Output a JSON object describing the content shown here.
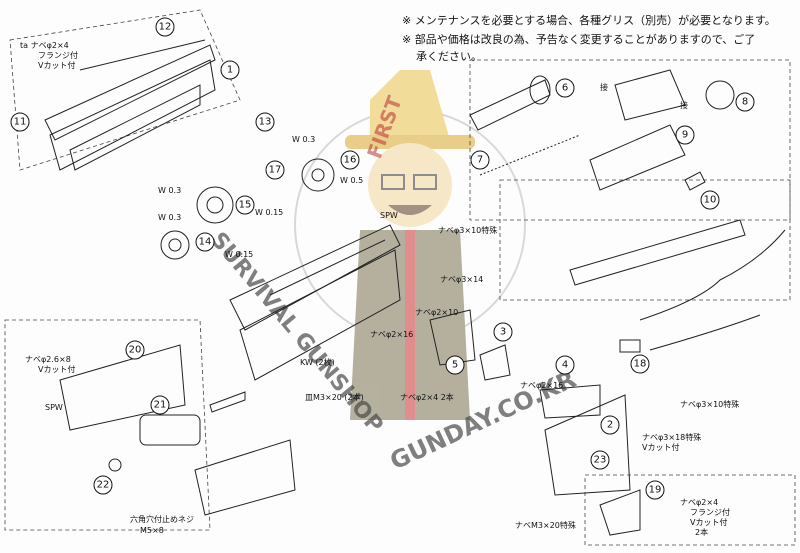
{
  "notes": {
    "line1": "※ メンテナンスを必要とする場合、各種グリス（別売）が必要となります。",
    "line2": "※ 部品や価格は改良の為、予告なく変更することがありますので、ご了",
    "line3": "承ください。"
  },
  "watermark": {
    "top": "FIRST",
    "arc_left": "SURVIVAL GUNSHOP",
    "right": "GUNDAY.CO.KR"
  },
  "part_numbers": [
    "1",
    "2",
    "3",
    "4",
    "5",
    "6",
    "7",
    "8",
    "9",
    "10",
    "11",
    "12",
    "13",
    "14",
    "15",
    "16",
    "17",
    "18",
    "19",
    "20",
    "21",
    "22",
    "23"
  ],
  "labels": {
    "screw_ta_2x4_flange": "ta ナベφ2×4",
    "flange_vcut": "フランジ付",
    "vcut": "Vカット付",
    "w03": "W 0.3",
    "w05": "W 0.5",
    "w015": "W 0.15",
    "spw": "SPW",
    "nabe_3x10_special": "ナベφ3×10特殊",
    "nabe_3x14": "ナベφ3×14",
    "nabe_2x10": "ナベφ2×10",
    "nabe_2x16": "ナベφ2×16",
    "nabe_2x4_2pcs": "ナベφ2×4 2本",
    "kw_2": "KW (2枚)",
    "nabe_m3x20": "皿M3×20 (2本)",
    "nabe_26x8": "ナベφ2.6×8",
    "vcut2": "Vカット付",
    "setscrew": "六角穴付止めネジ",
    "m5x8": "M5×8",
    "nabe_3x18_special": "ナベφ3×18特殊",
    "vcut3": "Vカット付",
    "nabe_m3x20_special": "ナベM3×20特殊",
    "nabe_2x4_bottom": "ナベφ2×4",
    "flange_bottom": "フランジ付",
    "vcut_bottom": "Vカット付",
    "two_pcs": "2本",
    "set_mark1": "接",
    "set_mark2": "接"
  }
}
